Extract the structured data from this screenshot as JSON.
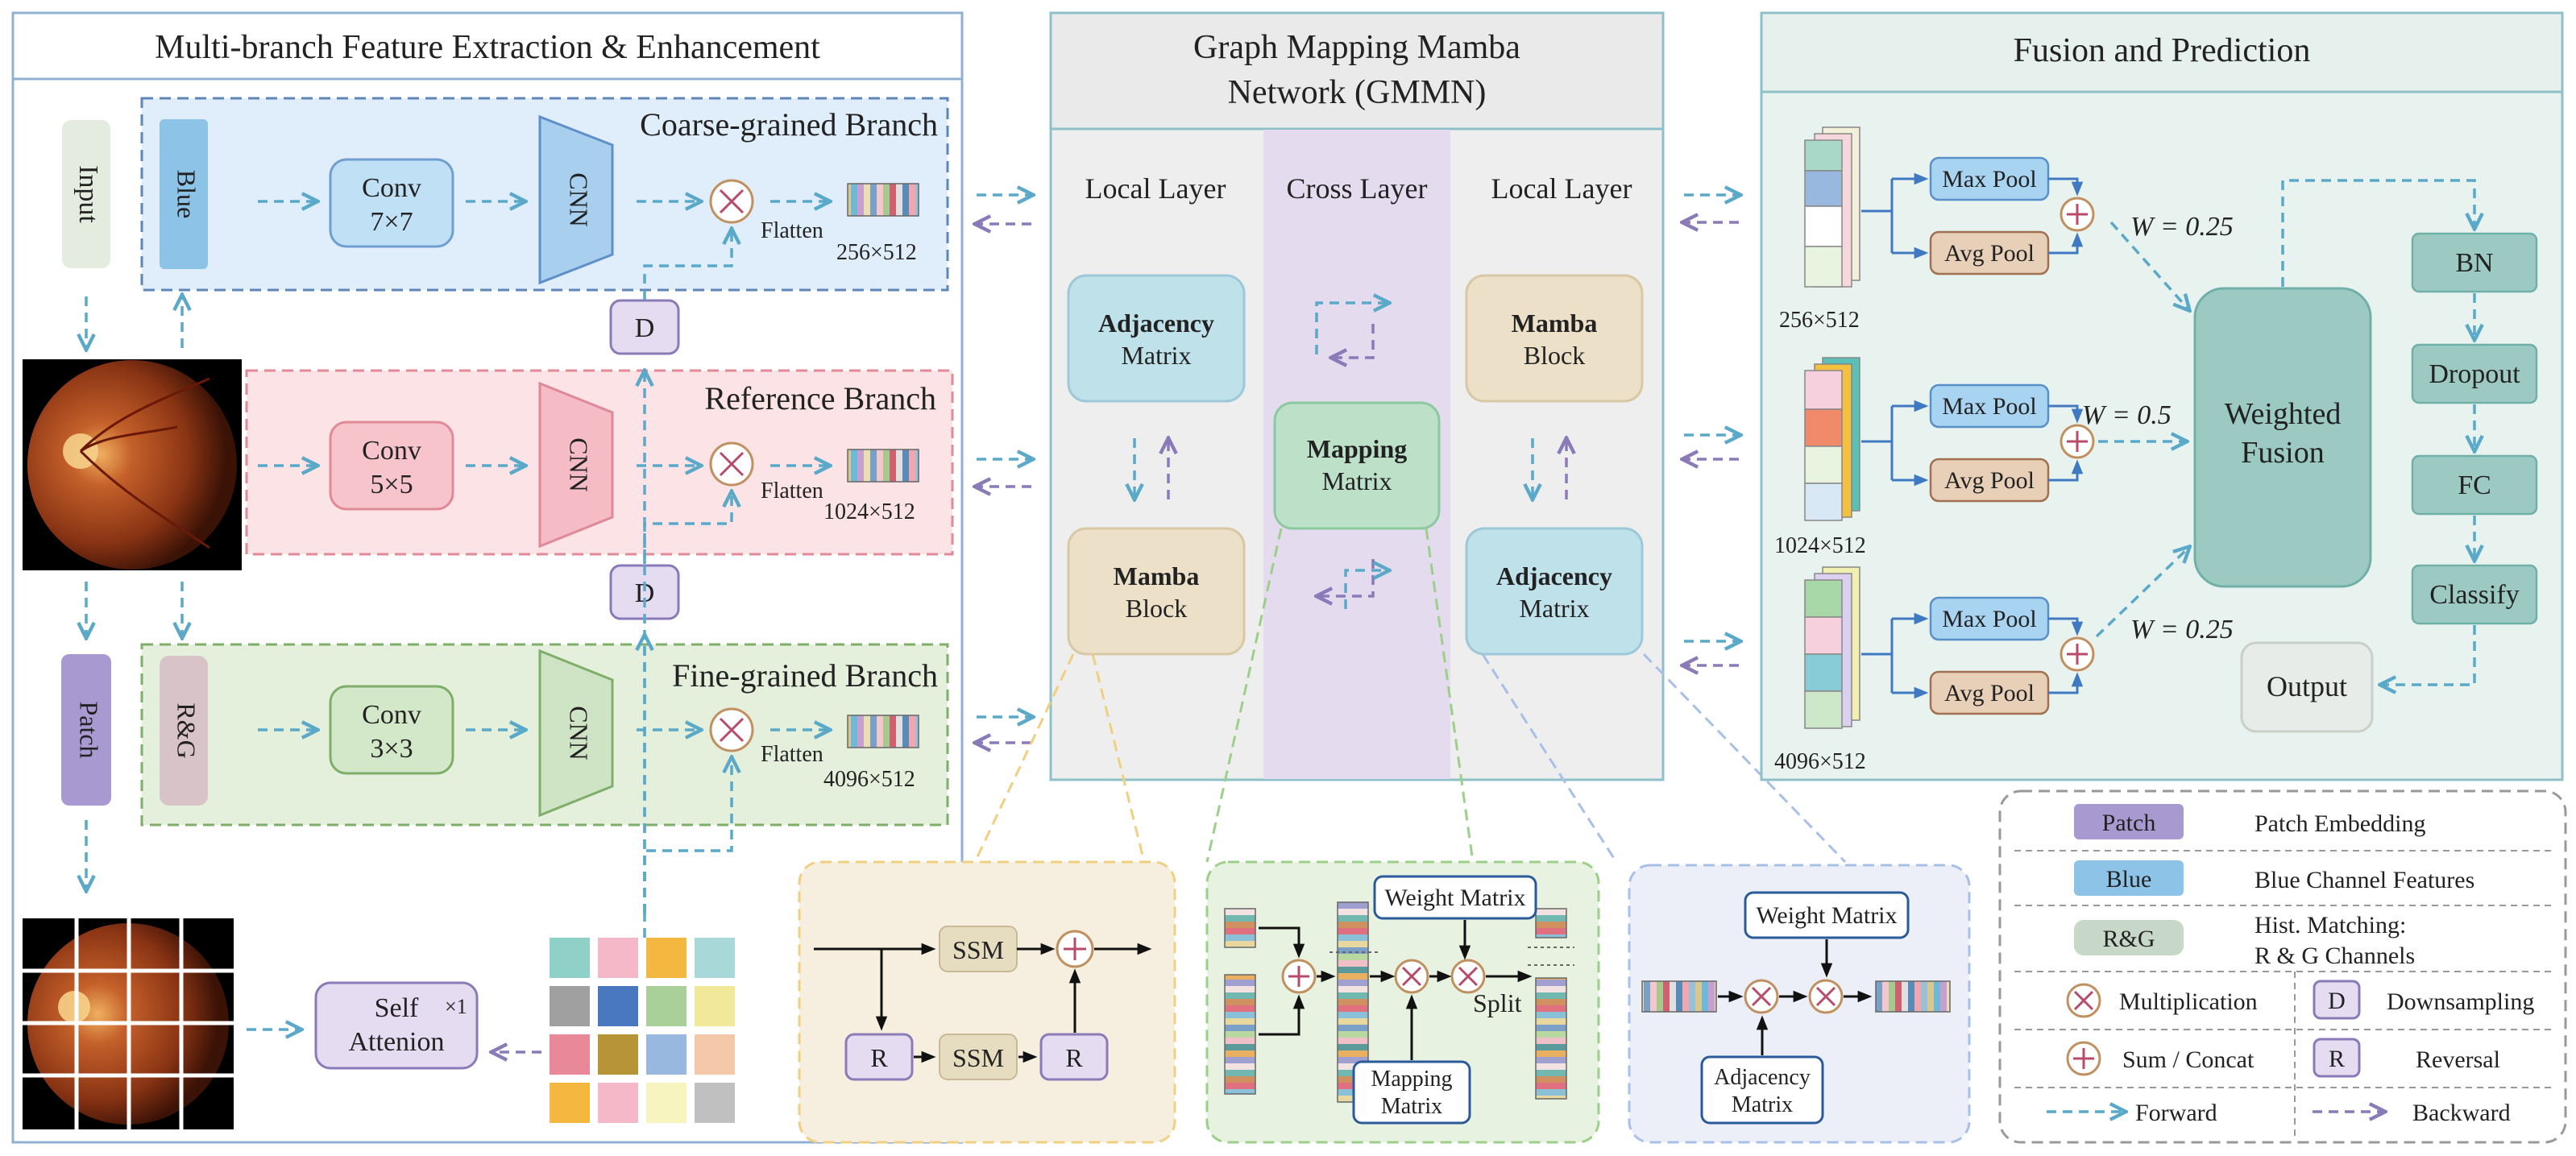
{
  "panels": {
    "left_title": "Multi-branch Feature Extraction & Enhancement",
    "mid_title_line1": "Graph Mapping Mamba",
    "mid_title_line2": "Network (GMMN)",
    "right_title": "Fusion and Prediction"
  },
  "left": {
    "input_label": "Input",
    "patch_label": "Patch",
    "branch_coarse": "Coarse-grained Branch",
    "branch_reference": "Reference Branch",
    "branch_fine": "Fine-grained Branch",
    "blue_label": "Blue",
    "rg_label": "R&G",
    "conv_word": "Conv",
    "conv7": "7×7",
    "conv5": "5×5",
    "conv3": "3×3",
    "cnn_label": "CNN",
    "flatten_label": "Flatten",
    "size_256": "256×512",
    "size_1024": "1024×512",
    "size_4096": "4096×512",
    "d_label": "D",
    "self_attention_line1": "Self",
    "self_attention_line2": "Attenion",
    "self_attention_mult": "×1"
  },
  "gmmn": {
    "local_layer": "Local Layer",
    "cross_layer": "Cross Layer",
    "adjacency_bold": "Adjacency",
    "matrix": "Matrix",
    "mamba_bold": "Mamba",
    "block": "Block",
    "mapping_bold": "Mapping"
  },
  "details": {
    "ssm": "SSM",
    "r": "R",
    "weight_matrix": "Weight Matrix",
    "mapping_matrix_line1": "Mapping",
    "mapping_matrix_line2": "Matrix",
    "split": "Split",
    "adjacency_matrix_line1": "Adjacency",
    "adjacency_matrix_line2": "Matrix"
  },
  "fusion": {
    "max_pool": "Max Pool",
    "avg_pool": "Avg Pool",
    "w1": "W = 0.25",
    "w2": "W = 0.5",
    "w3": "W = 0.25",
    "weighted_line1": "Weighted",
    "weighted_line2": "Fusion",
    "bn": "BN",
    "dropout": "Dropout",
    "fc": "FC",
    "classify": "Classify",
    "output": "Output",
    "size_256": "256×512",
    "size_1024": "1024×512",
    "size_4096": "4096×512"
  },
  "legend": {
    "patch_key": "Patch",
    "patch_desc": "Patch Embedding",
    "blue_key": "Blue",
    "blue_desc": "Blue Channel Features",
    "rg_key": "R&G",
    "rg_desc_line1": "Hist. Matching:",
    "rg_desc_line2": "R & G Channels",
    "mult_desc": "Multiplication",
    "down_key": "D",
    "down_desc": "Downsampling",
    "sum_desc": "Sum / Concat",
    "rev_key": "R",
    "rev_desc": "Reversal",
    "forward": "Forward",
    "backward": "Backward"
  },
  "colors": {
    "blue_branch": "#dfeefa",
    "pink_branch": "#fbe3e6",
    "green_branch": "#e4efdc",
    "teal_node": "#9ccac3",
    "forward_arrow": "#5ba9c9",
    "backward_arrow": "#8a7bb8"
  }
}
